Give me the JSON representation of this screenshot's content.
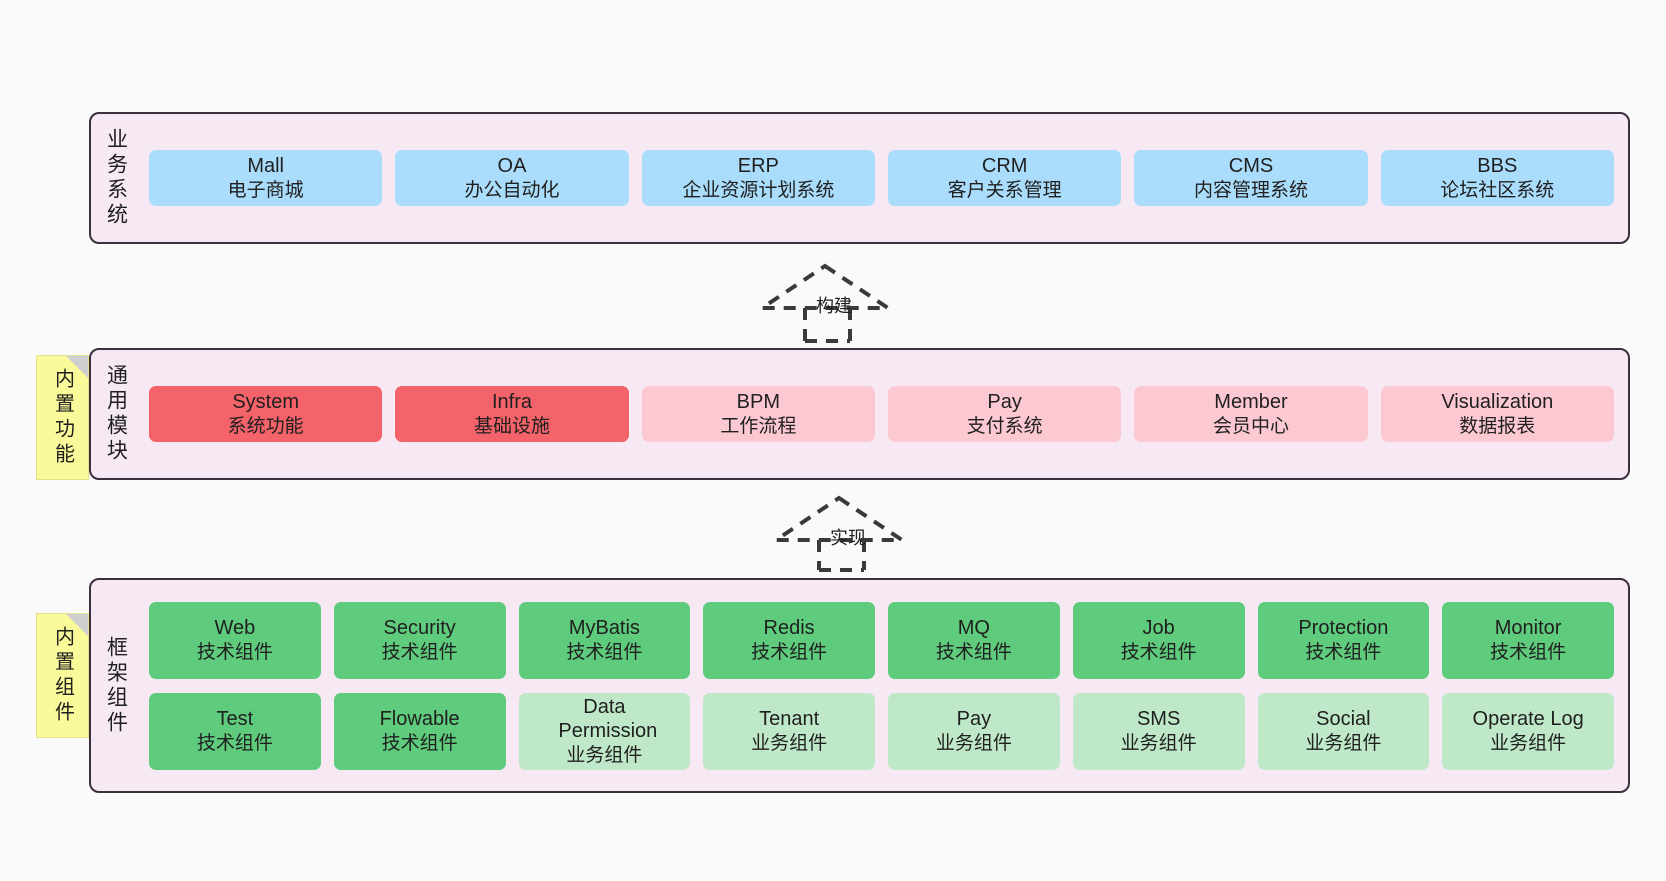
{
  "page": {
    "background": "#fafafa",
    "container_bg": "#f7e9f4",
    "container_border": "#3b2f3f"
  },
  "layers": [
    {
      "id": "business-system",
      "title": "业务系统",
      "note": null,
      "rows": [
        {
          "cards": [
            {
              "en": "Mall",
              "cn": "电子商城",
              "color": "#aadcfb",
              "style": "c-blue"
            },
            {
              "en": "OA",
              "cn": "办公自动化",
              "color": "#aadcfb",
              "style": "c-blue"
            },
            {
              "en": "ERP",
              "cn": "企业资源计划系统",
              "color": "#aadcfb",
              "style": "c-blue"
            },
            {
              "en": "CRM",
              "cn": "客户关系管理",
              "color": "#aadcfb",
              "style": "c-blue"
            },
            {
              "en": "CMS",
              "cn": "内容管理系统",
              "color": "#aadcfb",
              "style": "c-blue"
            },
            {
              "en": "BBS",
              "cn": "论坛社区系统",
              "color": "#aadcfb",
              "style": "c-blue"
            }
          ]
        }
      ]
    },
    {
      "id": "common-module",
      "title": "通用模块",
      "note": "内置功能",
      "rows": [
        {
          "cards": [
            {
              "en": "System",
              "cn": "系统功能",
              "color": "#f4636a",
              "style": "c-red"
            },
            {
              "en": "Infra",
              "cn": "基础设施",
              "color": "#f4636a",
              "style": "c-red"
            },
            {
              "en": "BPM",
              "cn": "工作流程",
              "color": "#fcc9d2",
              "style": "c-pink"
            },
            {
              "en": "Pay",
              "cn": "支付系统",
              "color": "#fcc9d2",
              "style": "c-pink"
            },
            {
              "en": "Member",
              "cn": "会员中心",
              "color": "#fcc9d2",
              "style": "c-pink"
            },
            {
              "en": "Visualization",
              "cn": "数据报表",
              "color": "#fcc9d2",
              "style": "c-pink"
            }
          ]
        }
      ]
    },
    {
      "id": "framework-component",
      "title": "框架组件",
      "note": "内置组件",
      "rows": [
        {
          "cards": [
            {
              "en": "Web",
              "cn": "技术组件",
              "color": "#5fcb7d",
              "style": "c-green"
            },
            {
              "en": "Security",
              "cn": "技术组件",
              "color": "#5fcb7d",
              "style": "c-green"
            },
            {
              "en": "MyBatis",
              "cn": "技术组件",
              "color": "#5fcb7d",
              "style": "c-green"
            },
            {
              "en": "Redis",
              "cn": "技术组件",
              "color": "#5fcb7d",
              "style": "c-green"
            },
            {
              "en": "MQ",
              "cn": "技术组件",
              "color": "#5fcb7d",
              "style": "c-green"
            },
            {
              "en": "Job",
              "cn": "技术组件",
              "color": "#5fcb7d",
              "style": "c-green"
            },
            {
              "en": "Protection",
              "cn": "技术组件",
              "color": "#5fcb7d",
              "style": "c-green"
            },
            {
              "en": "Monitor",
              "cn": "技术组件",
              "color": "#5fcb7d",
              "style": "c-green"
            }
          ]
        },
        {
          "cards": [
            {
              "en": "Test",
              "cn": "技术组件",
              "color": "#5fcb7d",
              "style": "c-green"
            },
            {
              "en": "Flowable",
              "cn": "技术组件",
              "color": "#5fcb7d",
              "style": "c-green"
            },
            {
              "en": "Data Permission",
              "cn": "业务组件",
              "color": "#bfe8c8",
              "style": "c-lightgreen"
            },
            {
              "en": "Tenant",
              "cn": "业务组件",
              "color": "#bfe8c8",
              "style": "c-lightgreen"
            },
            {
              "en": "Pay",
              "cn": "业务组件",
              "color": "#bfe8c8",
              "style": "c-lightgreen"
            },
            {
              "en": "SMS",
              "cn": "业务组件",
              "color": "#bfe8c8",
              "style": "c-lightgreen"
            },
            {
              "en": "Social",
              "cn": "业务组件",
              "color": "#bfe8c8",
              "style": "c-lightgreen"
            },
            {
              "en": "Operate Log",
              "cn": "业务组件",
              "color": "#bfe8c8",
              "style": "c-lightgreen"
            }
          ]
        }
      ]
    }
  ],
  "arrows": [
    {
      "id": "build",
      "label": "构建",
      "style": "dashed-hollow-triangle",
      "from": "common-module",
      "to": "business-system"
    },
    {
      "id": "implement",
      "label": "实现",
      "style": "dashed-hollow-triangle",
      "from": "framework-component",
      "to": "common-module"
    }
  ]
}
